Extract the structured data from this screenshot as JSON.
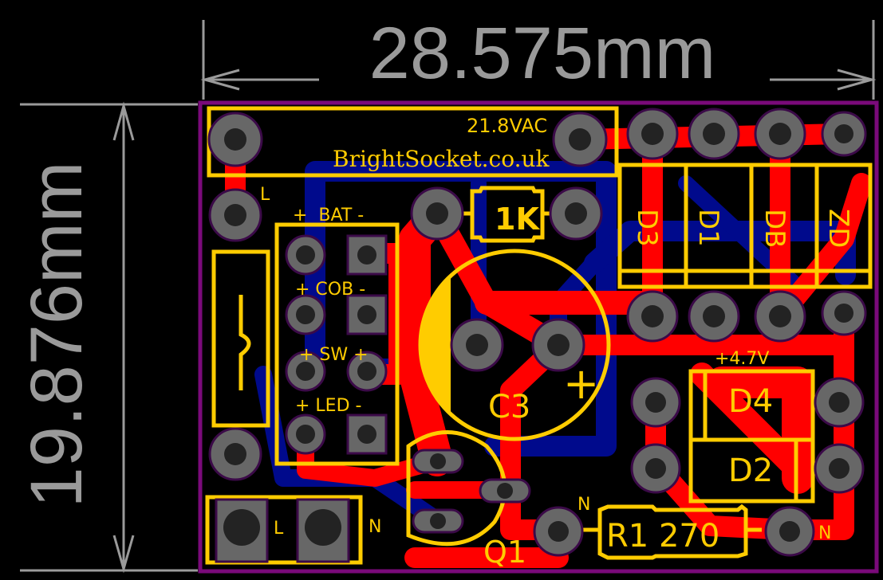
{
  "dimensions": {
    "width_label": "28.575mm",
    "height_label": "19.876mm"
  },
  "colors": {
    "board_outline": "#7a0a7a",
    "top_copper": "#ff0000",
    "bottom_copper": "#000a8c",
    "silkscreen": "#ffcc00",
    "pad": "#676767",
    "dimension": "#9a9a9a"
  },
  "silkscreen": {
    "voltage_in": "21.8VAC",
    "brand": "BrightSocket.co.uk",
    "live_top": "L",
    "bat": "+  BAT -",
    "cob": "+ COB -",
    "sw": "+ SW +",
    "led": "+ LED -",
    "resistor_1k": "1K",
    "d3": "D3",
    "d1": "D1",
    "db": "DB",
    "zd": "ZD",
    "c3": "C3",
    "c3_plus": "+",
    "zener_voltage": "+4.7V",
    "d4": "D4",
    "d2": "D2",
    "q1": "Q1",
    "r1": "R1 270",
    "neutral_left": "N",
    "neutral_right": "N",
    "neutral_mid": "N",
    "live_bottom": "L"
  }
}
